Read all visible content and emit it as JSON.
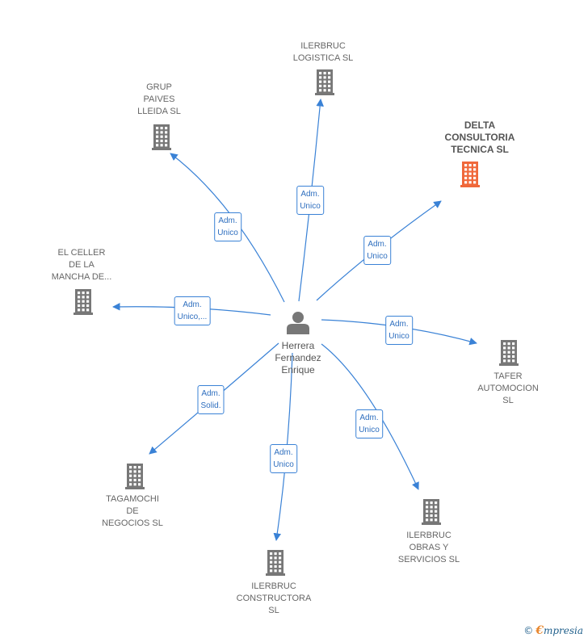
{
  "colors": {
    "edge": "#3a82d6",
    "building_default": "#777777",
    "building_highlight": "#f0683a",
    "person": "#777777"
  },
  "center": {
    "name": "Herrera\nFernandez\nEnrique",
    "icon": "person-icon"
  },
  "nodes": [
    {
      "id": "ilerbruc-logistica",
      "name": "ILERBRUC\nLOGISTICA SL",
      "icon": "building-icon",
      "highlight": false,
      "relation": "Adm.\nUnico"
    },
    {
      "id": "delta-consultoria",
      "name": "DELTA\nCONSULTORIA\nTECNICA  SL",
      "icon": "building-icon",
      "highlight": true,
      "relation": "Adm.\nUnico"
    },
    {
      "id": "tafer-automocion",
      "name": "TAFER\nAUTOMOCION\nSL",
      "icon": "building-icon",
      "highlight": false,
      "relation": "Adm.\nUnico"
    },
    {
      "id": "ilerbruc-obras",
      "name": "ILERBRUC\nOBRAS Y\nSERVICIOS  SL",
      "icon": "building-icon",
      "highlight": false,
      "relation": "Adm.\nUnico"
    },
    {
      "id": "ilerbruc-constructora",
      "name": "ILERBRUC\nCONSTRUCTORA\nSL",
      "icon": "building-icon",
      "highlight": false,
      "relation": "Adm.\nUnico"
    },
    {
      "id": "tagamochi",
      "name": "TAGAMOCHI\nDE\nNEGOCIOS  SL",
      "icon": "building-icon",
      "highlight": false,
      "relation": "Adm.\nSolid."
    },
    {
      "id": "el-celler",
      "name": "EL CELLER\nDE LA\nMANCHA DE...",
      "icon": "building-icon",
      "highlight": false,
      "relation": "Adm.\nUnico,..."
    },
    {
      "id": "grup-paives",
      "name": "GRUP\nPAIVES\nLLEIDA  SL",
      "icon": "building-icon",
      "highlight": false,
      "relation": "Adm.\nUnico"
    }
  ],
  "brand": {
    "copyright": "©",
    "initial": "€",
    "name": "mpresia"
  }
}
